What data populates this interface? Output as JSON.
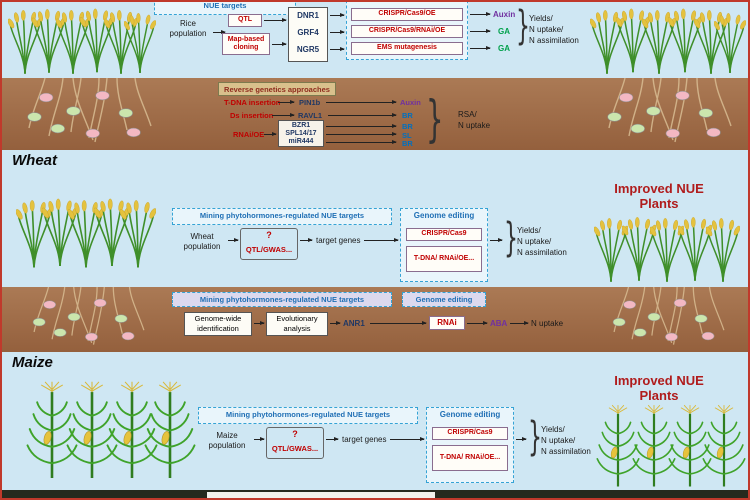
{
  "colors": {
    "accent_red": "#c00000",
    "accent_blue": "#1f6fb5",
    "auxin": "#7030a0",
    "ga": "#00a14b",
    "br": "#0070c0",
    "sl": "#0070c0",
    "aba": "#7030a0",
    "improved_label": "#b01c1c",
    "sky": "#cfe7f3",
    "soil": "#a4714d"
  },
  "glyphs": {
    "brace": "}"
  },
  "rice": {
    "above": {
      "mining_title": "Mining phytohormones-regulated NUE targets",
      "population": [
        "Rice",
        "population"
      ],
      "methods": [
        "QTL",
        "Map-based cloning"
      ],
      "genes": [
        "DNR1",
        "GRF4",
        "NGR5"
      ],
      "editing_items": [
        "CRISPR/Cas9/OE",
        "CRISPR/Cas9/RNAi/OE",
        "EMS mutagenesis"
      ],
      "hormones": [
        "Auxin",
        "GA",
        "GA"
      ],
      "outcome": [
        "Yields/",
        "N uptake/",
        "N assimilation"
      ]
    },
    "below": {
      "title": "Reverse genetics approaches",
      "methods": [
        "T-DNA insertion",
        "Ds insertion",
        "RNAi/OE"
      ],
      "single_genes": [
        "PIN1b",
        "RAVL1"
      ],
      "group_genes": [
        "BZR1",
        "SPL14/17",
        "miR444"
      ],
      "hormones": [
        "Auxin",
        "BR",
        "BR",
        "SL",
        "BR"
      ],
      "outcome": [
        "RSA/",
        "N uptake"
      ]
    }
  },
  "wheat": {
    "label": "Wheat",
    "improved_label": [
      "Improved NUE",
      "Plants"
    ],
    "above": {
      "mining_title": "Mining phytohormones-regulated NUE targets",
      "population": [
        "Wheat",
        "population"
      ],
      "unknown": "?",
      "qtl_gwas": "QTL/GWAS...",
      "target_genes": "target genes",
      "editing_title": "Genome editing",
      "editing_items": [
        "CRISPR/Cas9",
        "T-DNA/ RNAi/OE..."
      ],
      "outcome": [
        "Yields/",
        "N uptake/",
        "N assimilation"
      ]
    },
    "below": {
      "mining_title": "Mining phytohormones-regulated NUE targets",
      "editing_title": "Genome editing",
      "steps": [
        "Genome-wide identification",
        "Evolutionary analysis"
      ],
      "gene": "ANR1",
      "method": "RNAi",
      "hormone": "ABA",
      "outcome": "N uptake"
    }
  },
  "maize": {
    "label": "Maize",
    "improved_label": [
      "Improved NUE",
      "Plants"
    ],
    "above": {
      "mining_title": "Mining phytohormones-regulated NUE targets",
      "population": [
        "Maize",
        "population"
      ],
      "unknown": "?",
      "qtl_gwas": "QTL/GWAS...",
      "target_genes": "target genes",
      "editing_title": "Genome editing",
      "editing_items": [
        "CRISPR/Cas9",
        "T-DNA/ RNAi/OE..."
      ],
      "outcome": [
        "Yields/",
        "N uptake/",
        "N assimilation"
      ]
    }
  }
}
